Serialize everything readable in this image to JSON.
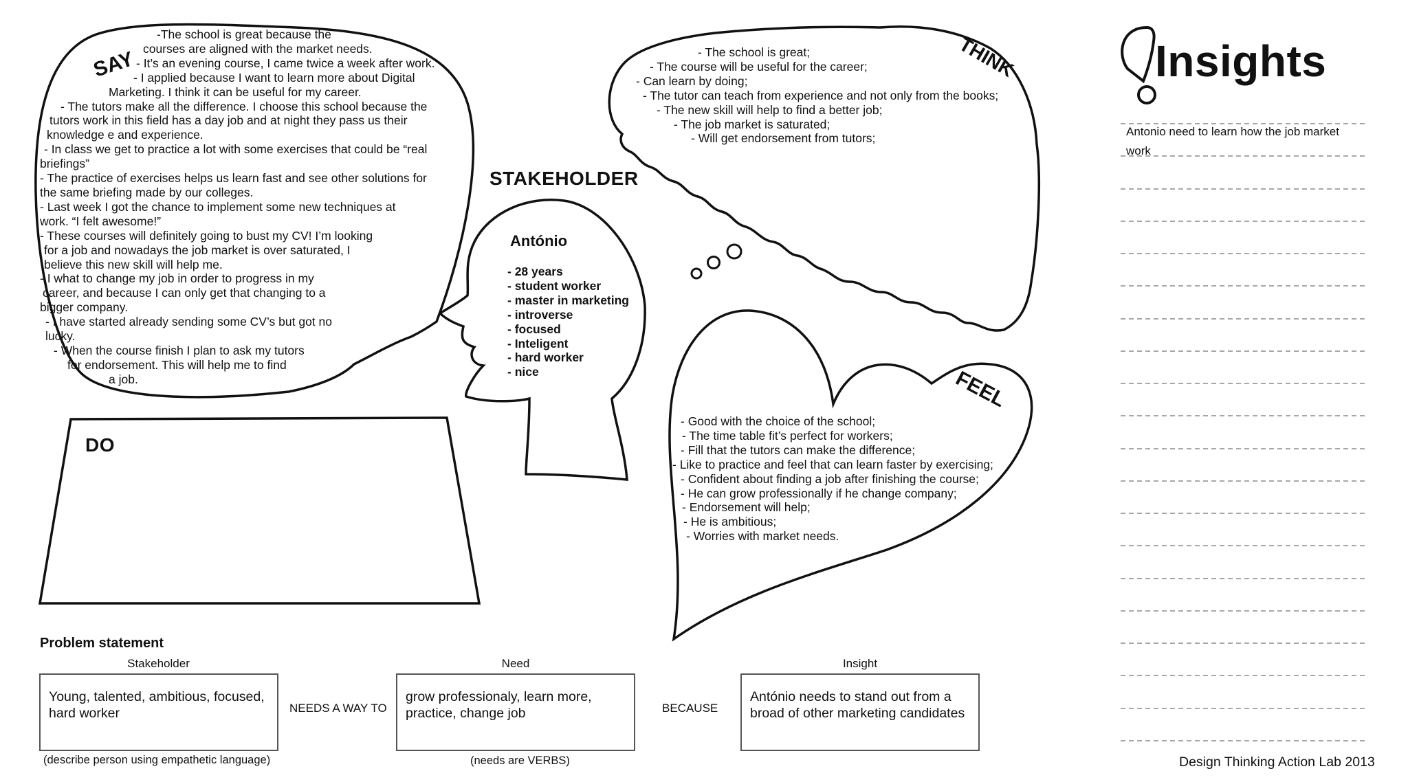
{
  "labels": {
    "say": "SAY",
    "think": "THINK",
    "feel": "FEEL",
    "do": "DO",
    "stakeholder": "STAKEHOLDER",
    "insights": "Insights"
  },
  "say": {
    "lines": [
      "-The school is great because the",
      "courses are aligned with the market needs.",
      "- It’s an evening course, I came twice a week after work.",
      "- I applied because I want to learn more about Digital",
      "Marketing. I think it can be useful for my career.",
      "- The tutors make all the difference. I choose this school because the",
      "tutors work in this field has a day job and at night they pass us their",
      "knowledge e and experience.",
      "- In class we get to practice a lot with some exercises that could be “real",
      "briefings”",
      "- The practice of exercises helps us learn fast and see other solutions for",
      "the same briefing made by our colleges.",
      "- Last week I got the chance to implement some new techniques at",
      "work. “I felt awesome!”",
      "- These courses will definitely going to bust my CV! I’m looking",
      "for a job and nowadays the job market is over saturated, I",
      "believe this new skill will help me.",
      "- I what to change my job in order to progress in my",
      "career, and because I can only get that changing to a",
      "bigger company.",
      "- I have started already sending some CV’s but got no",
      "lucky.",
      "- When the course finish I plan to ask my tutors",
      "for endorsement. This will help me to find",
      "a job."
    ]
  },
  "think": {
    "lines": [
      "- The school is great;",
      "- The course will be useful for the career;",
      "- Can learn by doing;",
      "- The tutor can teach from experience and not only from the books;",
      "- The new skill will help to find a better job;",
      "- The job market is saturated;",
      "- Will get endorsement from tutors;"
    ]
  },
  "feel": {
    "lines": [
      "- Good with the choice of the school;",
      "- The time table fit’s perfect for workers;",
      "- Fill that the tutors can make the difference;",
      "- Like to practice and feel that can learn faster by exercising;",
      "- Confident about finding a job after finishing the course;",
      "- He can grow professionally if he change company;",
      "- Endorsement will help;",
      "- He is ambitious;",
      "- Worries with market needs."
    ]
  },
  "stakeholder": {
    "name": "António",
    "traits": [
      "- 28 years",
      "- student worker",
      "- master in marketing",
      "- introverse",
      "- focused",
      "- Inteligent",
      "- hard worker",
      "- nice"
    ]
  },
  "insights": {
    "entries": [
      "Antonio need to learn how the job market work"
    ]
  },
  "problem_statement": {
    "title": "Problem statement",
    "stakeholder_header": "Stakeholder",
    "need_header": "Need",
    "insight_header": "Insight",
    "stakeholder_value": "Young, talented, ambitious, focused,\nhard worker",
    "need_value": "grow professionaly, learn more,\npractice, change job",
    "insight_value": "António needs to stand out from a\nbroad of other marketing candidates",
    "connector_1": "NEEDS A WAY TO",
    "connector_2": "BECAUSE",
    "stakeholder_hint": "(describe person using empathetic language)",
    "need_hint": "(needs are VERBS)"
  },
  "footer": "Design Thinking Action Lab 2013"
}
